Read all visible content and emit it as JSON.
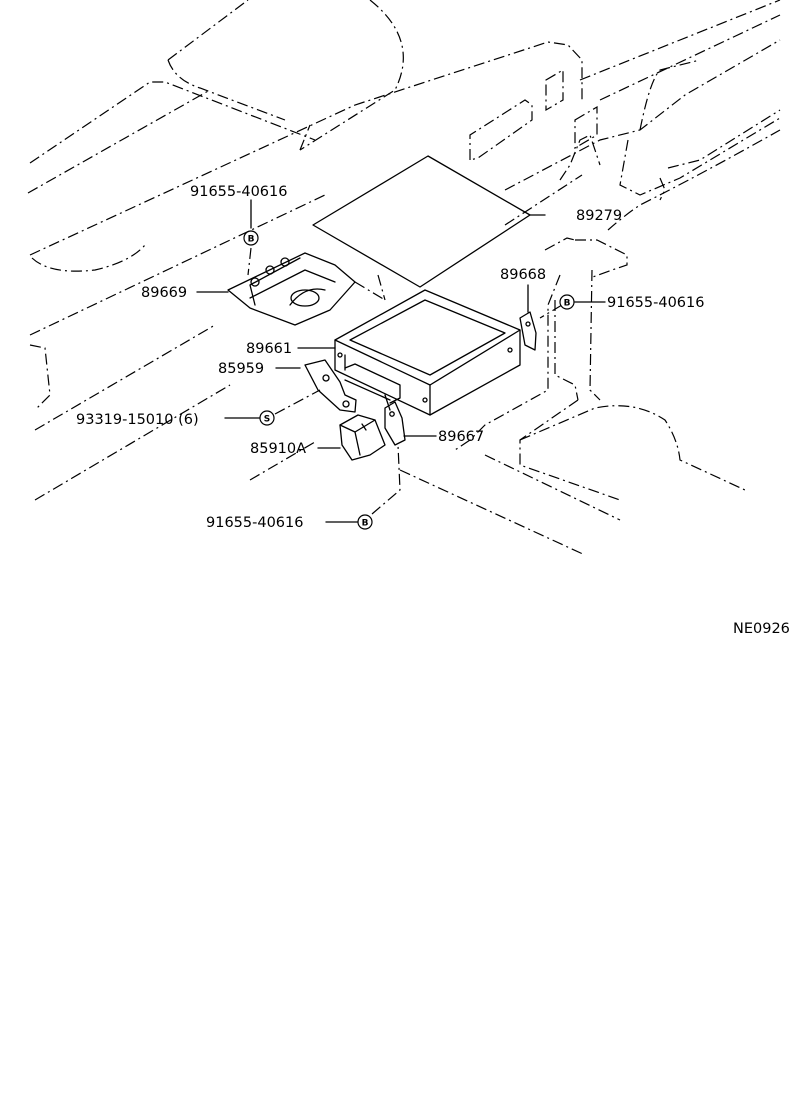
{
  "diagram_code": "NE0926",
  "parts": {
    "p_91655_top": "91655-40616",
    "p_89279": "89279",
    "p_89669": "89669",
    "p_89668": "89668",
    "p_91655_right": "91655-40616",
    "p_89661": "89661",
    "p_85959": "85959",
    "p_93319": "93319-15010 (6)",
    "p_85910a": "85910A",
    "p_89667": "89667",
    "p_91655_bottom": "91655-40616"
  },
  "badges": {
    "bolt": "B",
    "screw": "S"
  }
}
